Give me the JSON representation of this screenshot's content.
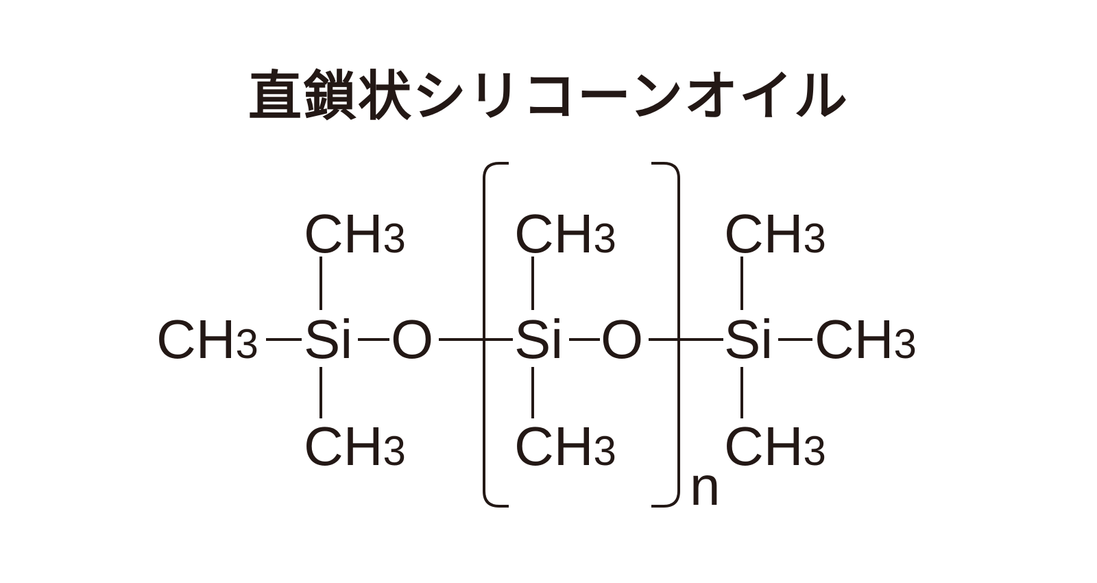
{
  "title": "直鎖状シリコーンオイル",
  "atoms": {
    "methyl_main": "CH",
    "methyl_sub": "3",
    "silicon": "Si",
    "oxygen": "O"
  },
  "repeat_unit_label": "n",
  "colors": {
    "ink": "#231815",
    "background": "#ffffff"
  }
}
